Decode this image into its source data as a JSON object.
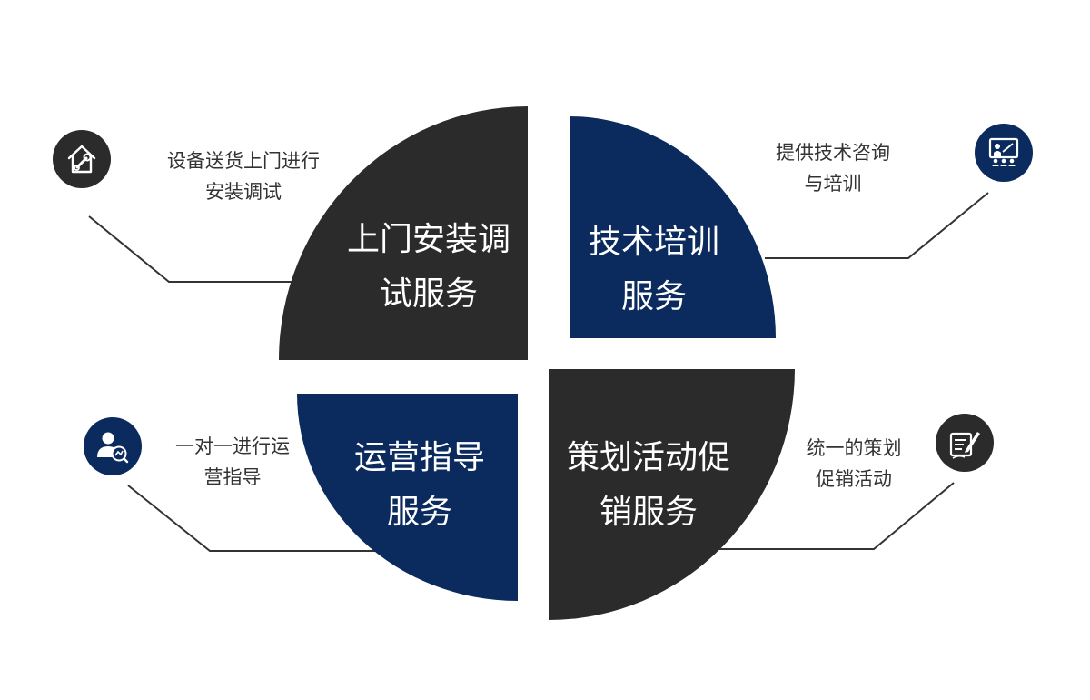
{
  "colors": {
    "dark": "#2b2b2b",
    "navy": "#0b2a5e",
    "line": "#333333",
    "text": "#333333"
  },
  "services": [
    {
      "id": "installation",
      "title_line1": "上门安装调",
      "title_line2": "试服务",
      "desc_line1": "设备送货上门进行",
      "desc_line2": "安装调试",
      "icon": "house-wrench-icon",
      "color": "dark"
    },
    {
      "id": "training",
      "title_line1": "技术培训",
      "title_line2": "服务",
      "desc_line1": "提供技术咨询",
      "desc_line2": "与培训",
      "icon": "presentation-board-icon",
      "color": "navy"
    },
    {
      "id": "operation",
      "title_line1": "运营指导",
      "title_line2": "服务",
      "desc_line1": "一对一进行运",
      "desc_line2": "营指导",
      "icon": "user-chart-icon",
      "color": "navy"
    },
    {
      "id": "promotion",
      "title_line1": "策划活动促",
      "title_line2": "销服务",
      "desc_line1": "统一的策划",
      "desc_line2": "促销活动",
      "icon": "document-pen-icon",
      "color": "dark"
    }
  ]
}
